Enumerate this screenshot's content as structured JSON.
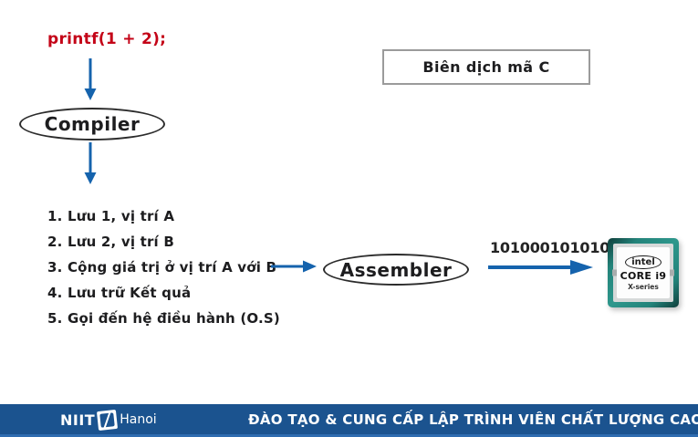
{
  "diagram": {
    "source_code": "printf(1 + 2);",
    "compiler_label": "Compiler",
    "title_box": "Biên dịch mã C",
    "instructions": [
      "1. Lưu 1, vị trí A",
      "2. Lưu 2, vị trí B",
      "3. Cộng giá trị ở vị trí A với B",
      "4. Lưu trữ Kết quả",
      "5. Gọi đến hệ điều hành (O.S)"
    ],
    "assembler_label": "Assembler",
    "binary_output": "101000101010",
    "cpu": {
      "brand": "intel",
      "model": "CORE i9",
      "series": "X-series"
    }
  },
  "footer": {
    "logo_niit": "NIIT",
    "logo_hanoi": "Hanoi",
    "tagline": "ĐÀO TẠO & CUNG CẤP LẬP TRÌNH VIÊN CHẤT LƯỢNG CAO"
  },
  "colors": {
    "code_red": "#c40418",
    "arrow_blue": "#1563ad",
    "footer_blue": "#1b538f",
    "footer_stripe": "#2f6cb0",
    "text_dark": "#1d1d1f",
    "border_gray": "#9b9b9b",
    "chip_teal": "#23837a"
  }
}
